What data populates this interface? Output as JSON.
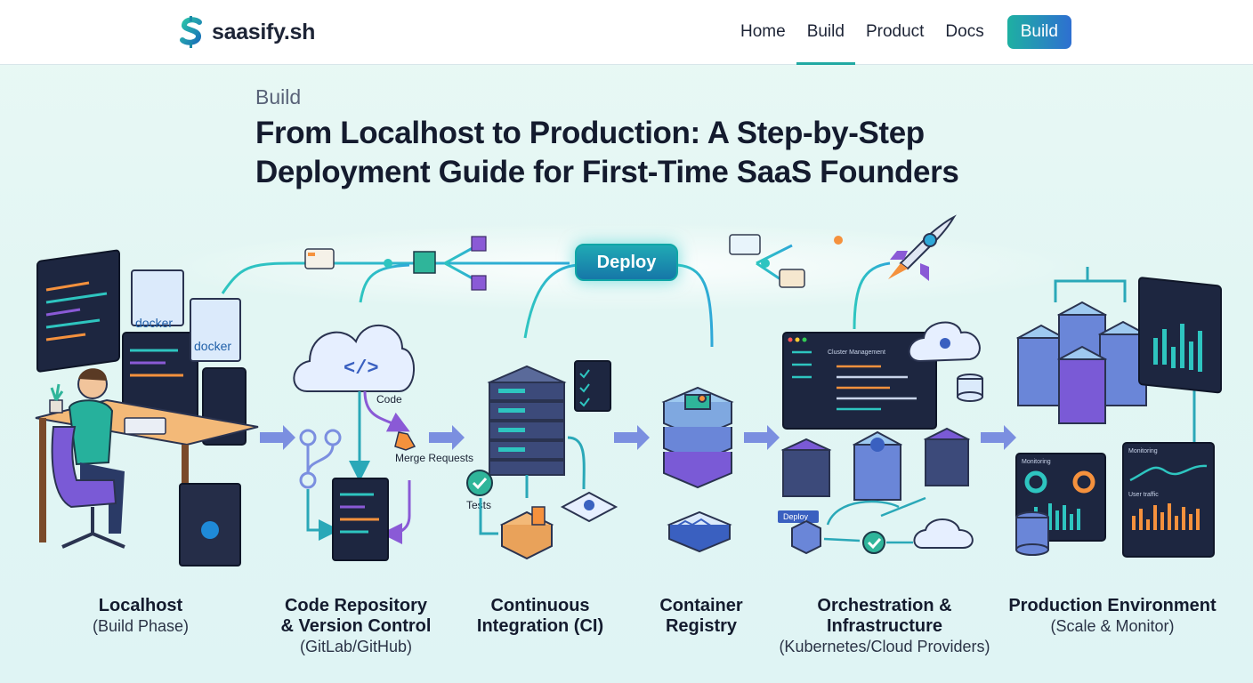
{
  "header": {
    "brand": "saasify.sh",
    "nav": [
      {
        "label": "Home",
        "active": false
      },
      {
        "label": "Build",
        "active": true
      },
      {
        "label": "Product",
        "active": false
      },
      {
        "label": "Docs",
        "active": false
      }
    ],
    "cta_label": "Build"
  },
  "hero": {
    "eyebrow": "Build",
    "title": "From Localhost to Production: A Step-by-Step Deployment Guide for First-Time SaaS Founders"
  },
  "diagram": {
    "deploy_label": "Deploy",
    "annotations": {
      "code": "Code",
      "merge": "Merge Requests",
      "tests": "Tests",
      "docker": "docker",
      "cluster_mgmt": "Cluster Management",
      "deploy_tag": "Deploy",
      "monitoring_1": "Monitoring",
      "monitoring_2": "Monitoring",
      "user_traffic": "User traffic"
    },
    "stages": [
      {
        "name_l1": "Localhost",
        "name_l2": "",
        "sub": "(Build Phase)"
      },
      {
        "name_l1": "Code Repository",
        "name_l2": "& Version Control",
        "sub": "(GitLab/GitHub)"
      },
      {
        "name_l1": "Continuous",
        "name_l2": "Integration (CI)",
        "sub": ""
      },
      {
        "name_l1": "Container",
        "name_l2": "Registry",
        "sub": ""
      },
      {
        "name_l1": "Orchestration &",
        "name_l2": "Infrastructure",
        "sub": "(Kubernetes/Cloud Providers)"
      },
      {
        "name_l1": "Production Environment",
        "name_l2": "",
        "sub": "(Scale & Monitor)"
      }
    ]
  },
  "colors": {
    "accent_teal": "#21a9a3",
    "accent_blue": "#2e6fd1",
    "purple": "#7a5ad6",
    "dark_navy": "#141b2e"
  }
}
